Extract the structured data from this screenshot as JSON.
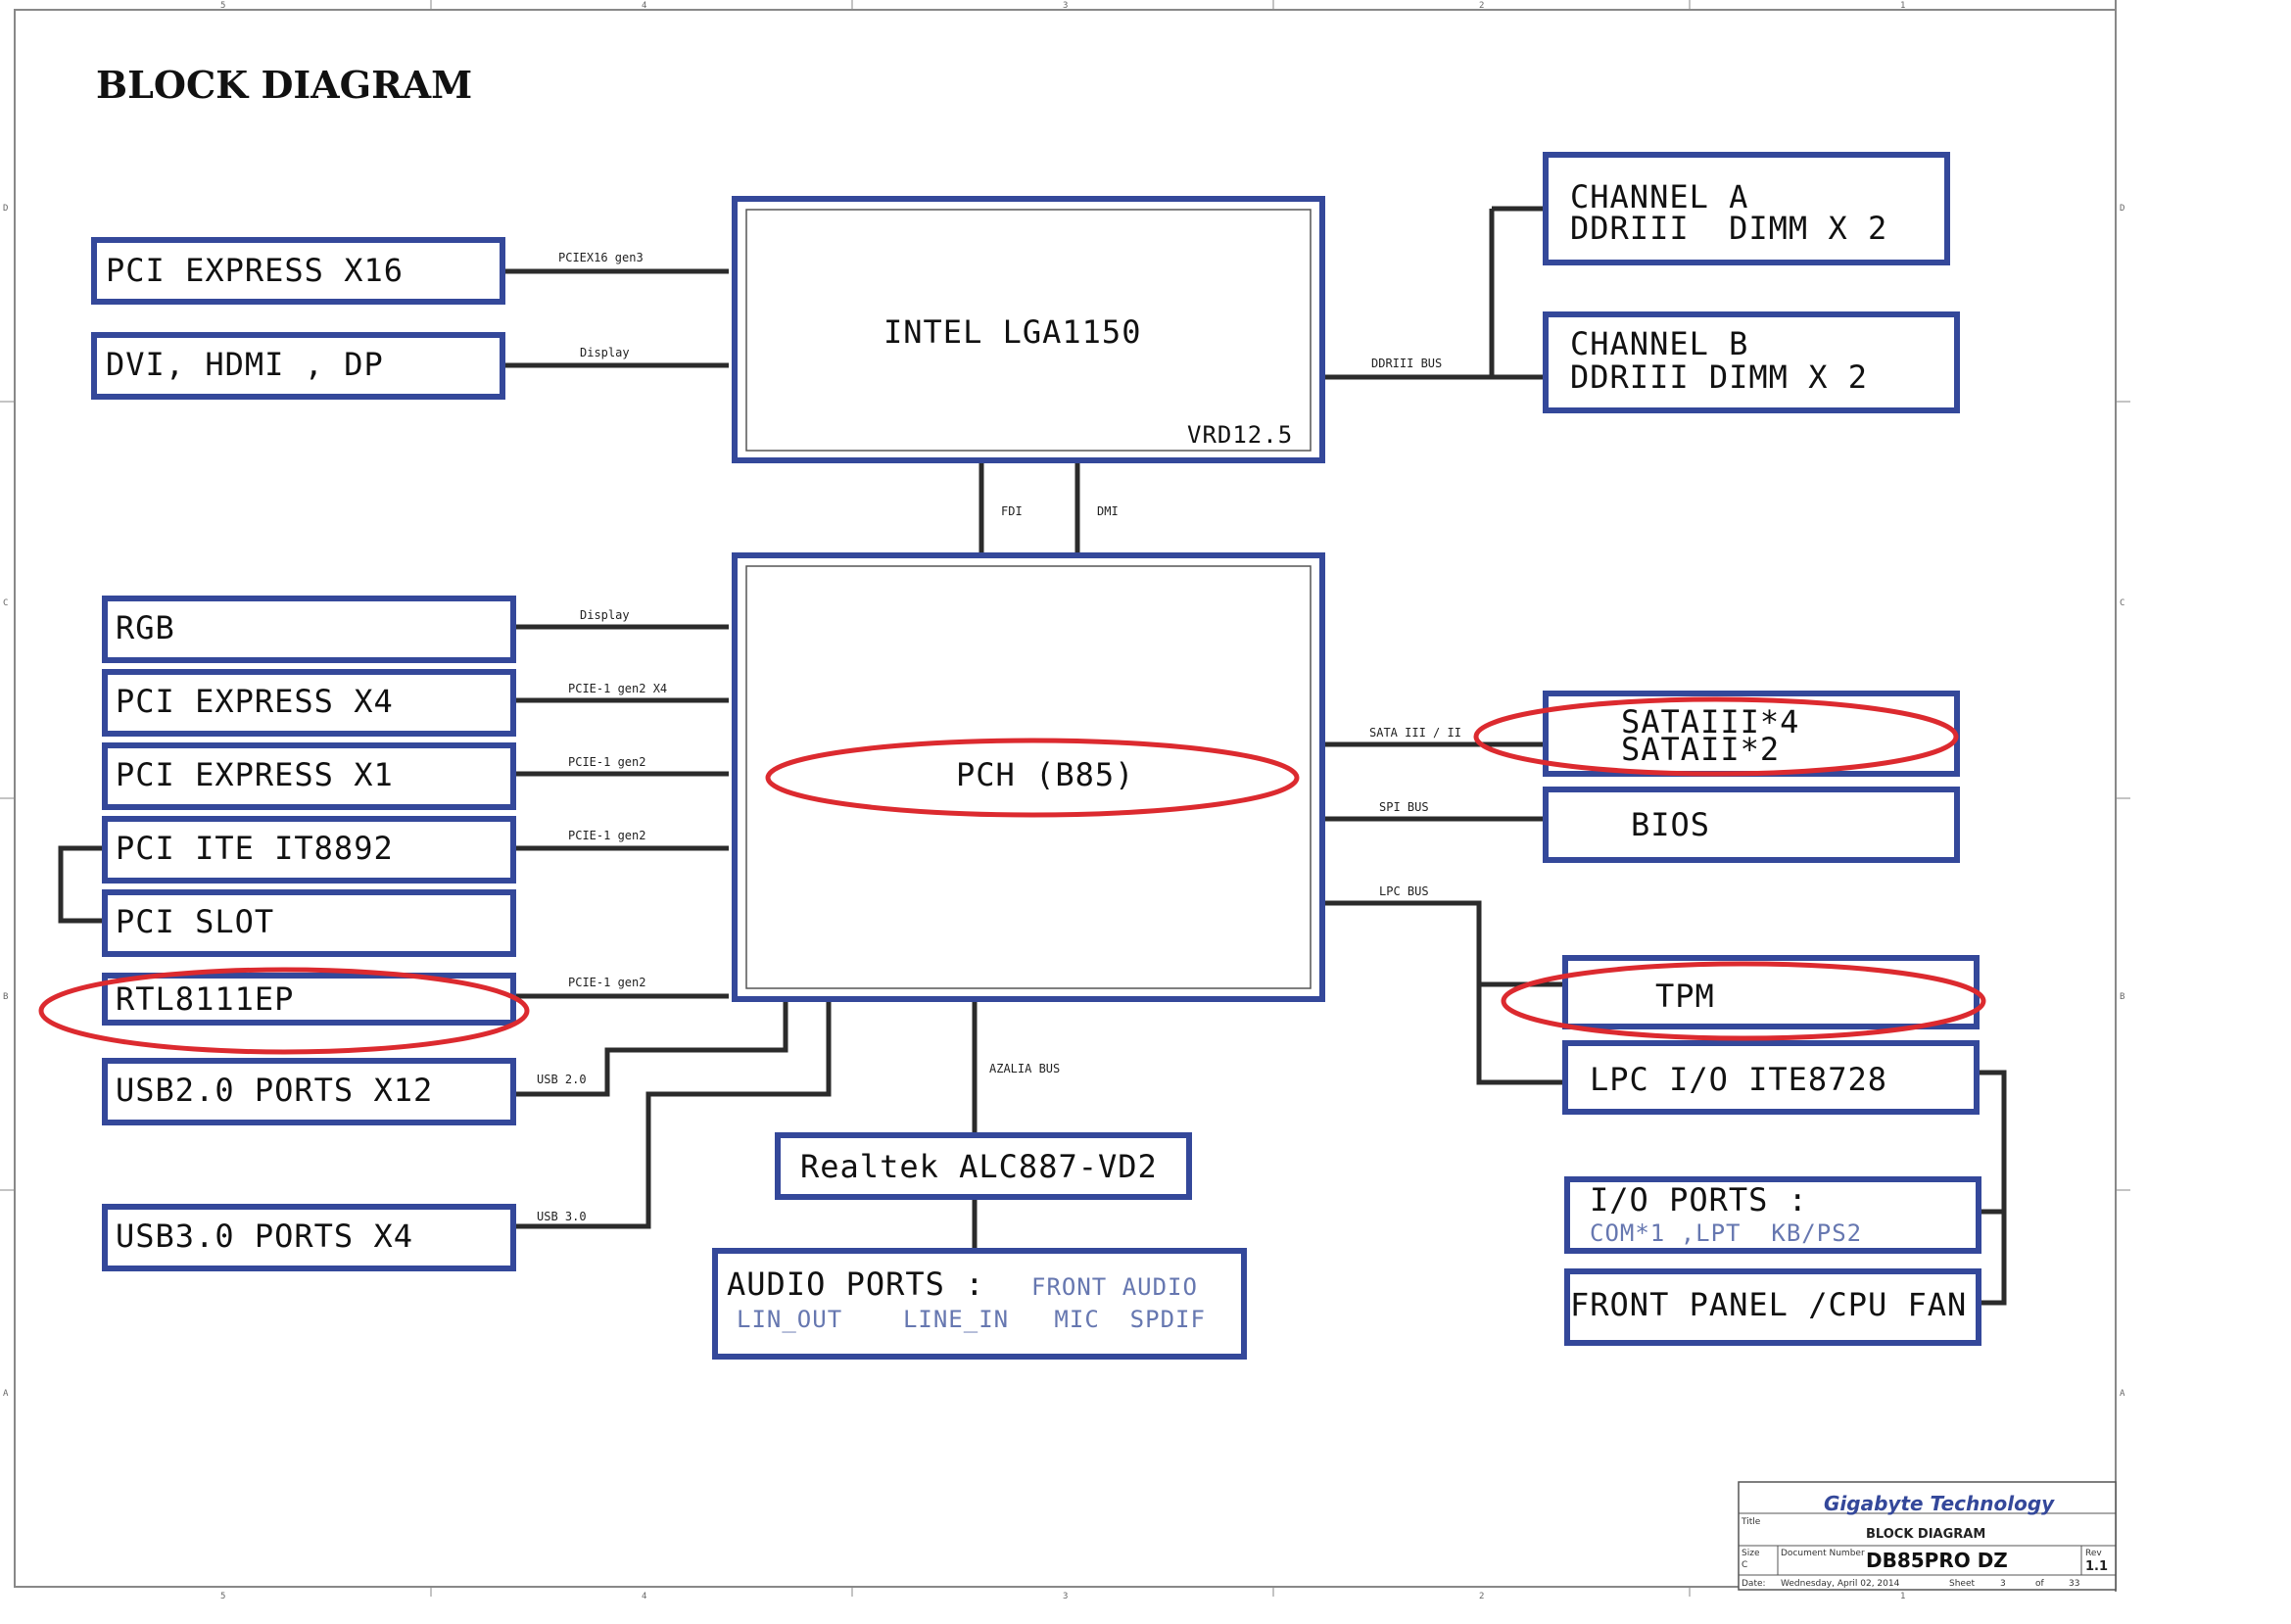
{
  "page_title": "BLOCK DIAGRAM",
  "colors": {
    "block_border": "#34489a",
    "highlight": "#dc2a2f",
    "wire": "#2b2b2b",
    "subtext": "#6677b0"
  },
  "blocks": {
    "pcie16": "PCI EXPRESS X16",
    "dvi": "DVI, HDMI , DP",
    "cpu": "INTEL LGA1150",
    "vrd": "VRD12.5",
    "chA_1": "CHANNEL A",
    "chA_2": "DDRIII  DIMM X 2",
    "chB_1": "CHANNEL B",
    "chB_2": "DDRIII DIMM X 2",
    "rgb": "RGB",
    "pcie4": "PCI EXPRESS X4",
    "pcie1": "PCI EXPRESS X1",
    "pci_ite": "PCI ITE IT8892",
    "pci_slot": "PCI SLOT",
    "rtl": "RTL8111EP",
    "usb2": "USB2.0 PORTS X12",
    "usb3": "USB3.0 PORTS X4",
    "pch": "PCH (B85)",
    "sata_1": "SATAIII*4",
    "sata_2": "SATAII*2",
    "bios": "BIOS",
    "tpm": "TPM",
    "lpc_io": "LPC I/O ITE8728",
    "io_ports": "I/O PORTS :",
    "io_ports_sub": "COM*1 ,LPT  KB/PS2",
    "front_panel": "FRONT PANEL /CPU FAN",
    "realtek": "Realtek ALC887-VD2",
    "audio_ports": "AUDIO PORTS :",
    "audio_front": "FRONT AUDIO",
    "audio_line2": "LIN_OUT    LINE_IN   MIC  SPDIF"
  },
  "buses": {
    "pciex16": "PCIEX16 gen3",
    "display_cpu": "Display",
    "ddr": "DDRIII BUS",
    "fdi": "FDI",
    "dmi": "DMI",
    "display_pch": "Display",
    "pcie_x4": "PCIE-1 gen2 X4",
    "pcie_x1": "PCIE-1 gen2",
    "pcie_ite": "PCIE-1 gen2",
    "pcie_rtl": "PCIE-1 gen2",
    "usb20": "USB 2.0",
    "usb30": "USB 3.0",
    "azalia": "AZALIA BUS",
    "sata": "SATA III / II",
    "spi": "SPI BUS",
    "lpc": "LPC BUS"
  },
  "title_block": {
    "company": "Gigabyte Technology",
    "title_label": "Title",
    "title": "BLOCK DIAGRAM",
    "size_label": "Size",
    "size": "C",
    "docnum_label": "Document Number",
    "docnum": "DB85PRO DZ",
    "rev_label": "Rev",
    "rev": "1.1",
    "date_label": "Date:",
    "date": "Wednesday, April 02, 2014",
    "sheet_label": "Sheet",
    "sheet": "3",
    "of_label": "of",
    "total": "33"
  },
  "border_ticks": {
    "top": [
      "5",
      "4",
      "3",
      "2",
      "1"
    ],
    "side": [
      "D",
      "C",
      "B",
      "A"
    ]
  }
}
